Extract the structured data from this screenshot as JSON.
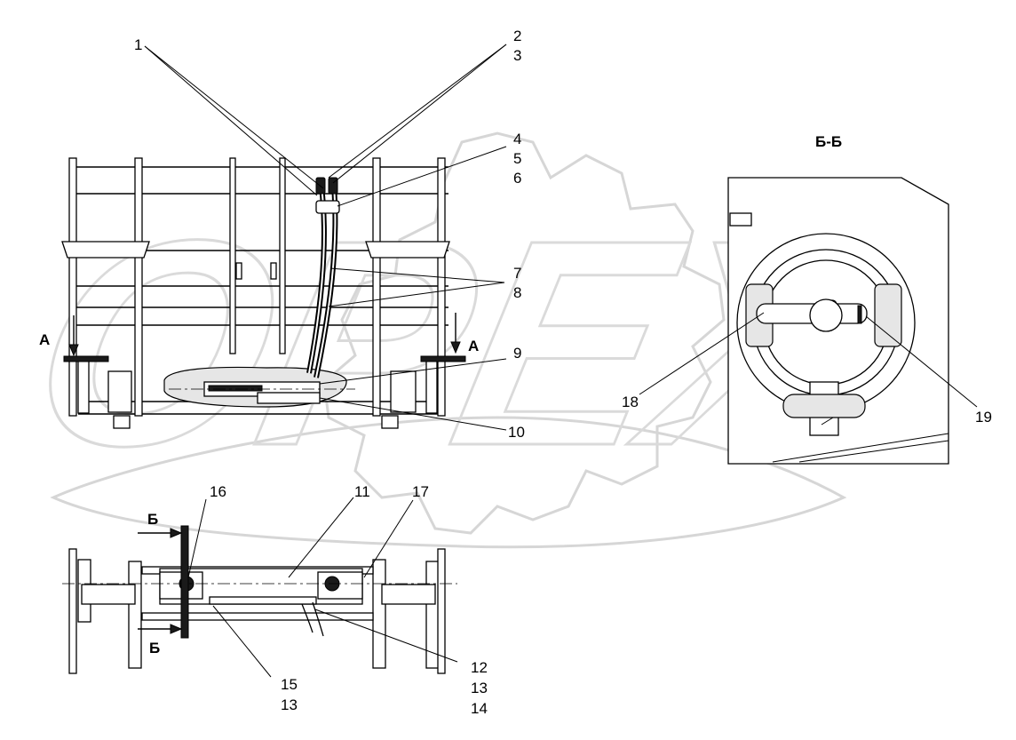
{
  "watermark_text": "OPEX",
  "section_title": "Б-Б",
  "section_markers": {
    "a_left": "А",
    "a_right": "А",
    "b_top": "Б",
    "b_bottom": "Б"
  },
  "callouts": {
    "c1": "1",
    "c2": "2",
    "c3": "3",
    "c4": "4",
    "c5": "5",
    "c6": "6",
    "c7": "7",
    "c8": "8",
    "c9": "9",
    "c10": "10",
    "c11": "11",
    "c12": "12",
    "c13a": "13",
    "c14": "14",
    "c15": "15",
    "c13b": "13",
    "c16": "16",
    "c17": "17",
    "c18": "18",
    "c19": "19"
  }
}
